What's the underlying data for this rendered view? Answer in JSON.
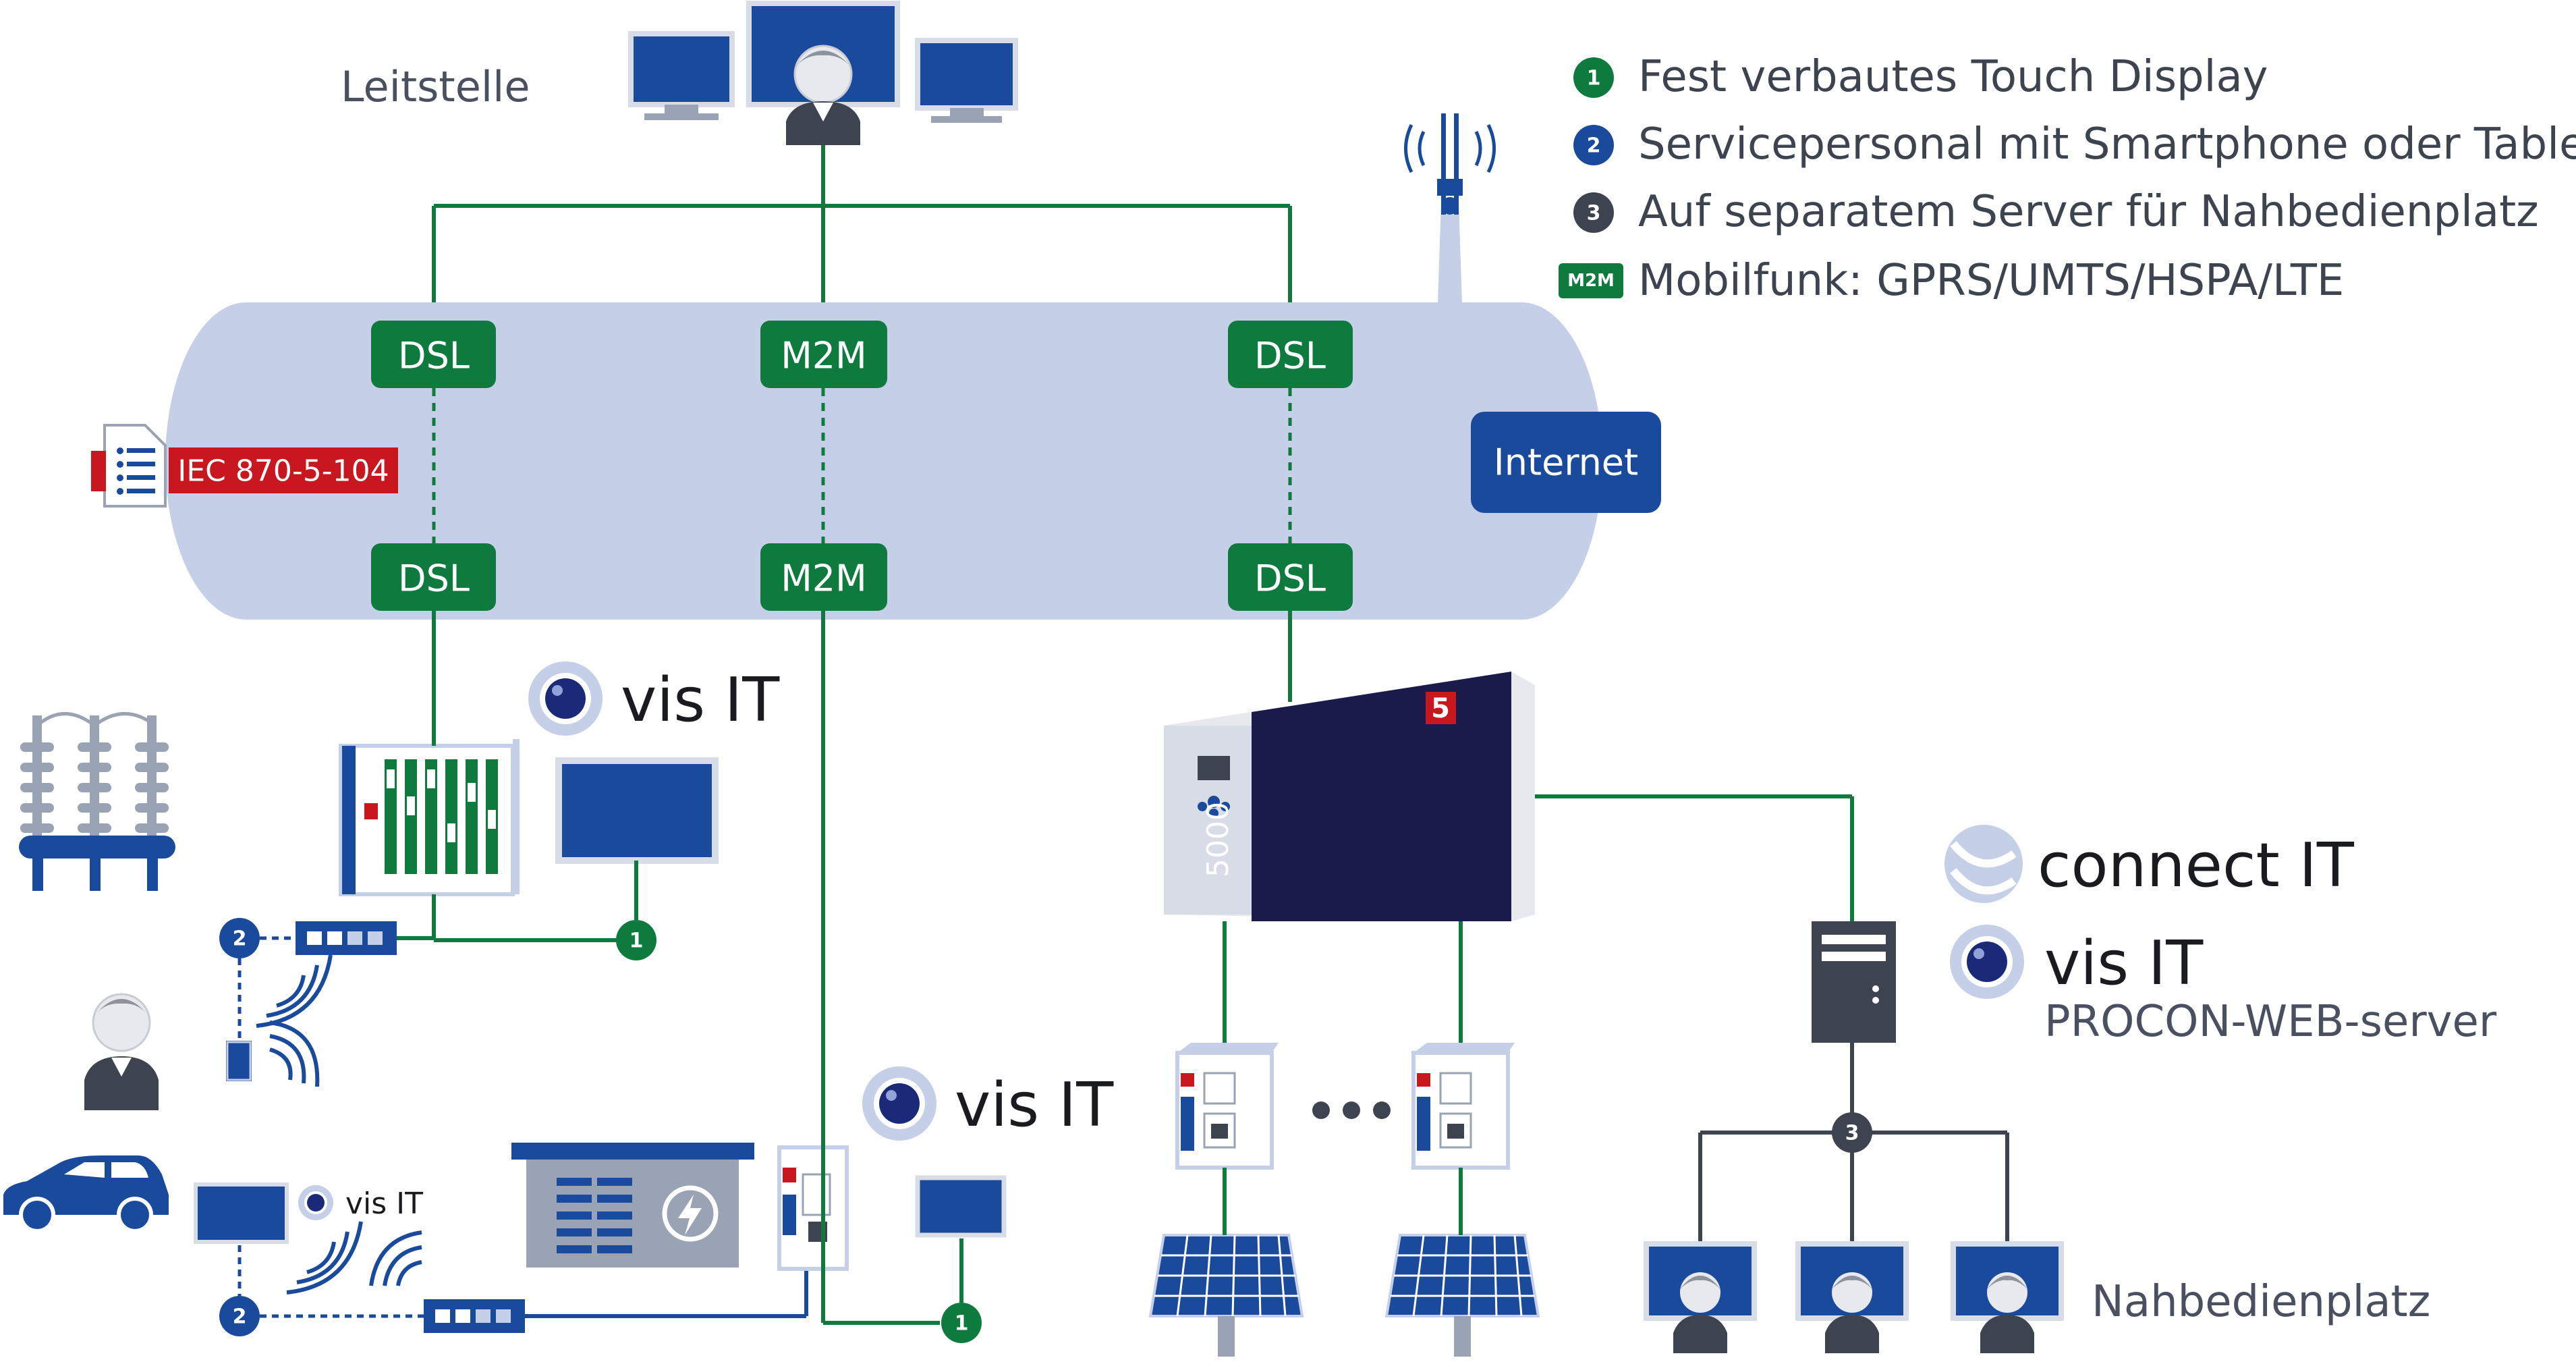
{
  "colors": {
    "green": "#0e7a3e",
    "blue": "#1a4a9c",
    "dark_blue": "#1b3a7a",
    "navy": "#1a1b4b",
    "cloud": "#c5cfe8",
    "red": "#c8171e",
    "gray_text": "#4a5060",
    "dark_gray": "#3d4450"
  },
  "legend": [
    {
      "badge": "1",
      "text": "Fest verbautes Touch Display",
      "color": "#0e7a3e"
    },
    {
      "badge": "2",
      "text": "Servicepersonal mit Smartphone oder Tablet",
      "color": "#1a4a9c"
    },
    {
      "badge": "3",
      "text": "Auf separatem Server für Nahbedienplatz",
      "color": "#3d4450"
    },
    {
      "badge": "M2M",
      "text": "Mobilfunk: GPRS/UMTS/HSPA/LTE",
      "color": "#0e7a3e"
    }
  ],
  "labels": {
    "leitstelle": "Leitstelle",
    "internet": "Internet",
    "protocol": "IEC 870-5-104",
    "nahbedienplatz": "Nahbedienplatz",
    "procon": "PROCON-WEB-server",
    "visit": "vis IT",
    "connectit": "connect IT",
    "device_model": "5000",
    "sae_logo": "5"
  },
  "nodes": {
    "top": [
      "DSL",
      "M2M",
      "DSL"
    ],
    "bottom": [
      "DSL",
      "M2M",
      "DSL"
    ]
  },
  "badges": {
    "touch": "1",
    "service": "2",
    "server": "3"
  }
}
